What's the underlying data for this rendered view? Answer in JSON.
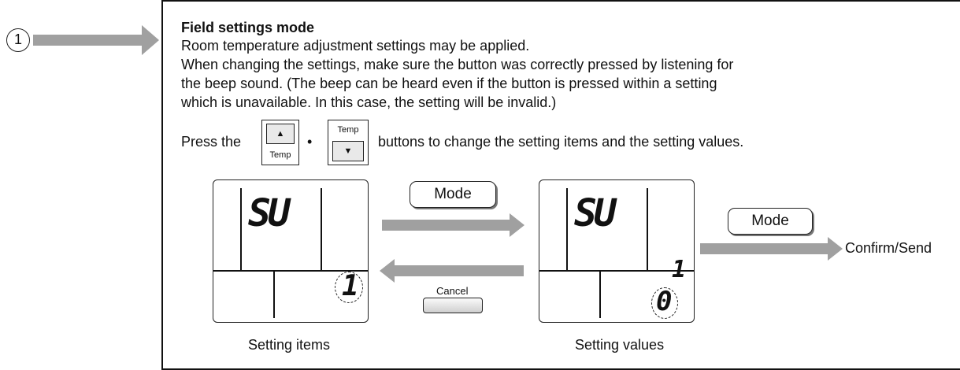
{
  "step_number": "1",
  "title": "Field settings mode",
  "lines": [
    "Room temperature adjustment settings may be applied.",
    "When changing the settings, make sure the button was correctly pressed by listening for",
    "the beep sound. (The beep can be heard even if the button is pressed within a setting",
    "which is unavailable. In this case, the setting will be invalid.)"
  ],
  "press_prefix": "Press the",
  "press_suffix": "buttons to change the setting items and the setting values.",
  "temp_up_button": {
    "arrow": "▲",
    "label": "Temp"
  },
  "temp_down_button": {
    "arrow": "▼",
    "label": "Temp"
  },
  "bullet": "•",
  "lcd_items": {
    "code": "SU",
    "value": "1",
    "caption": "Setting items"
  },
  "lcd_values": {
    "code": "SU",
    "value_top": "1",
    "value_bottom": "0",
    "caption": "Setting values"
  },
  "mode_button_label": "Mode",
  "cancel_button_label": "Cancel",
  "confirm_label": "Confirm/Send",
  "colors": {
    "arrow": "#a0a0a0",
    "border": "#111111"
  }
}
